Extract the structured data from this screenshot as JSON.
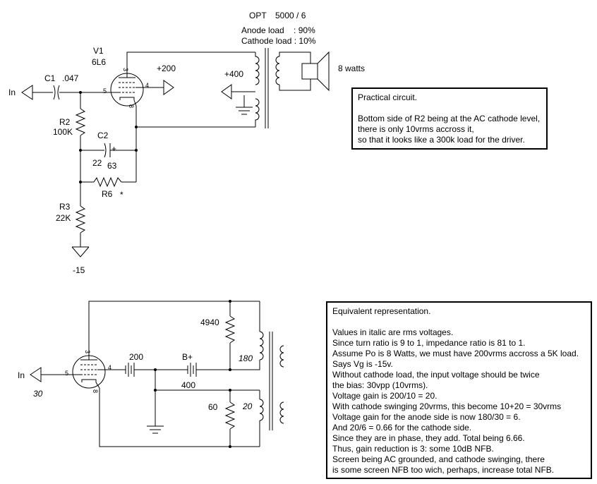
{
  "top_circuit": {
    "opt_label": "OPT",
    "opt_ratio": "5000 / 6",
    "anode_load": "Anode load    : 90%",
    "cathode_load": "Cathode load : 10%",
    "tube_ref": "V1",
    "tube_type": "6L6",
    "pin3": "3",
    "pin4": "4",
    "pin5": "5",
    "pin8": "8",
    "screen_supply": "+200",
    "plate_supply": "+400",
    "speaker_power": "8 watts",
    "input_label": "In",
    "c1_ref": "C1",
    "c1_value": ".047",
    "r2_ref": "R2",
    "r2_value": "100K",
    "c2_ref": "C2",
    "c2_plus": "+",
    "c2_value_a": "22",
    "c2_value_b": "63",
    "r6_ref": "R6",
    "r6_mark": "*",
    "r3_ref": "R3",
    "r3_value": "22K",
    "neg_supply": "-15"
  },
  "note_practical": {
    "title": "Practical circuit.",
    "lines": [
      "Bottom side of R2 being at the AC cathode level,",
      "there is only 10vrms accross it,",
      "so that it looks like a 300k load for the driver."
    ]
  },
  "bottom_circuit": {
    "pin3": "3",
    "pin4": "4",
    "pin5": "5",
    "pin8": "8",
    "input_label": "In",
    "input_voltage": "30",
    "screen_voltage": "200",
    "b_plus": "B+",
    "b_plus_value": "400",
    "anode_resistor": "4940",
    "anode_voltage": "180",
    "cathode_resistor": "60",
    "cathode_voltage": "20"
  },
  "note_equivalent": {
    "title": "Equivalent representation.",
    "lines": [
      "Values in italic are rms voltages.",
      "Since turn ratio is 9 to 1, impedance ratio is 81 to 1.",
      "Assume Po is 8 Watts, we must have 200vrms accross a 5K load.",
      "Says Vg is -15v.",
      "Without cathode load, the input voltage should be twice",
      "the bias: 30vpp (10vrms).",
      "Voltage gain is 200/10 = 20.",
      "With cathode swinging 20vrms, this become 10+20 = 30vrms",
      "Voltage gain for the anode side is now 180/30 = 6.",
      "And 20/6 = 0.66 for the cathode side.",
      "Since they are in phase, they add. Total being 6.66.",
      "Thus, gain reduction is 3: some 10dB NFB.",
      "Screen being AC grounded, and cathode swinging, there",
      "is some screen NFB too wich, perhaps, increase total NFB."
    ]
  }
}
